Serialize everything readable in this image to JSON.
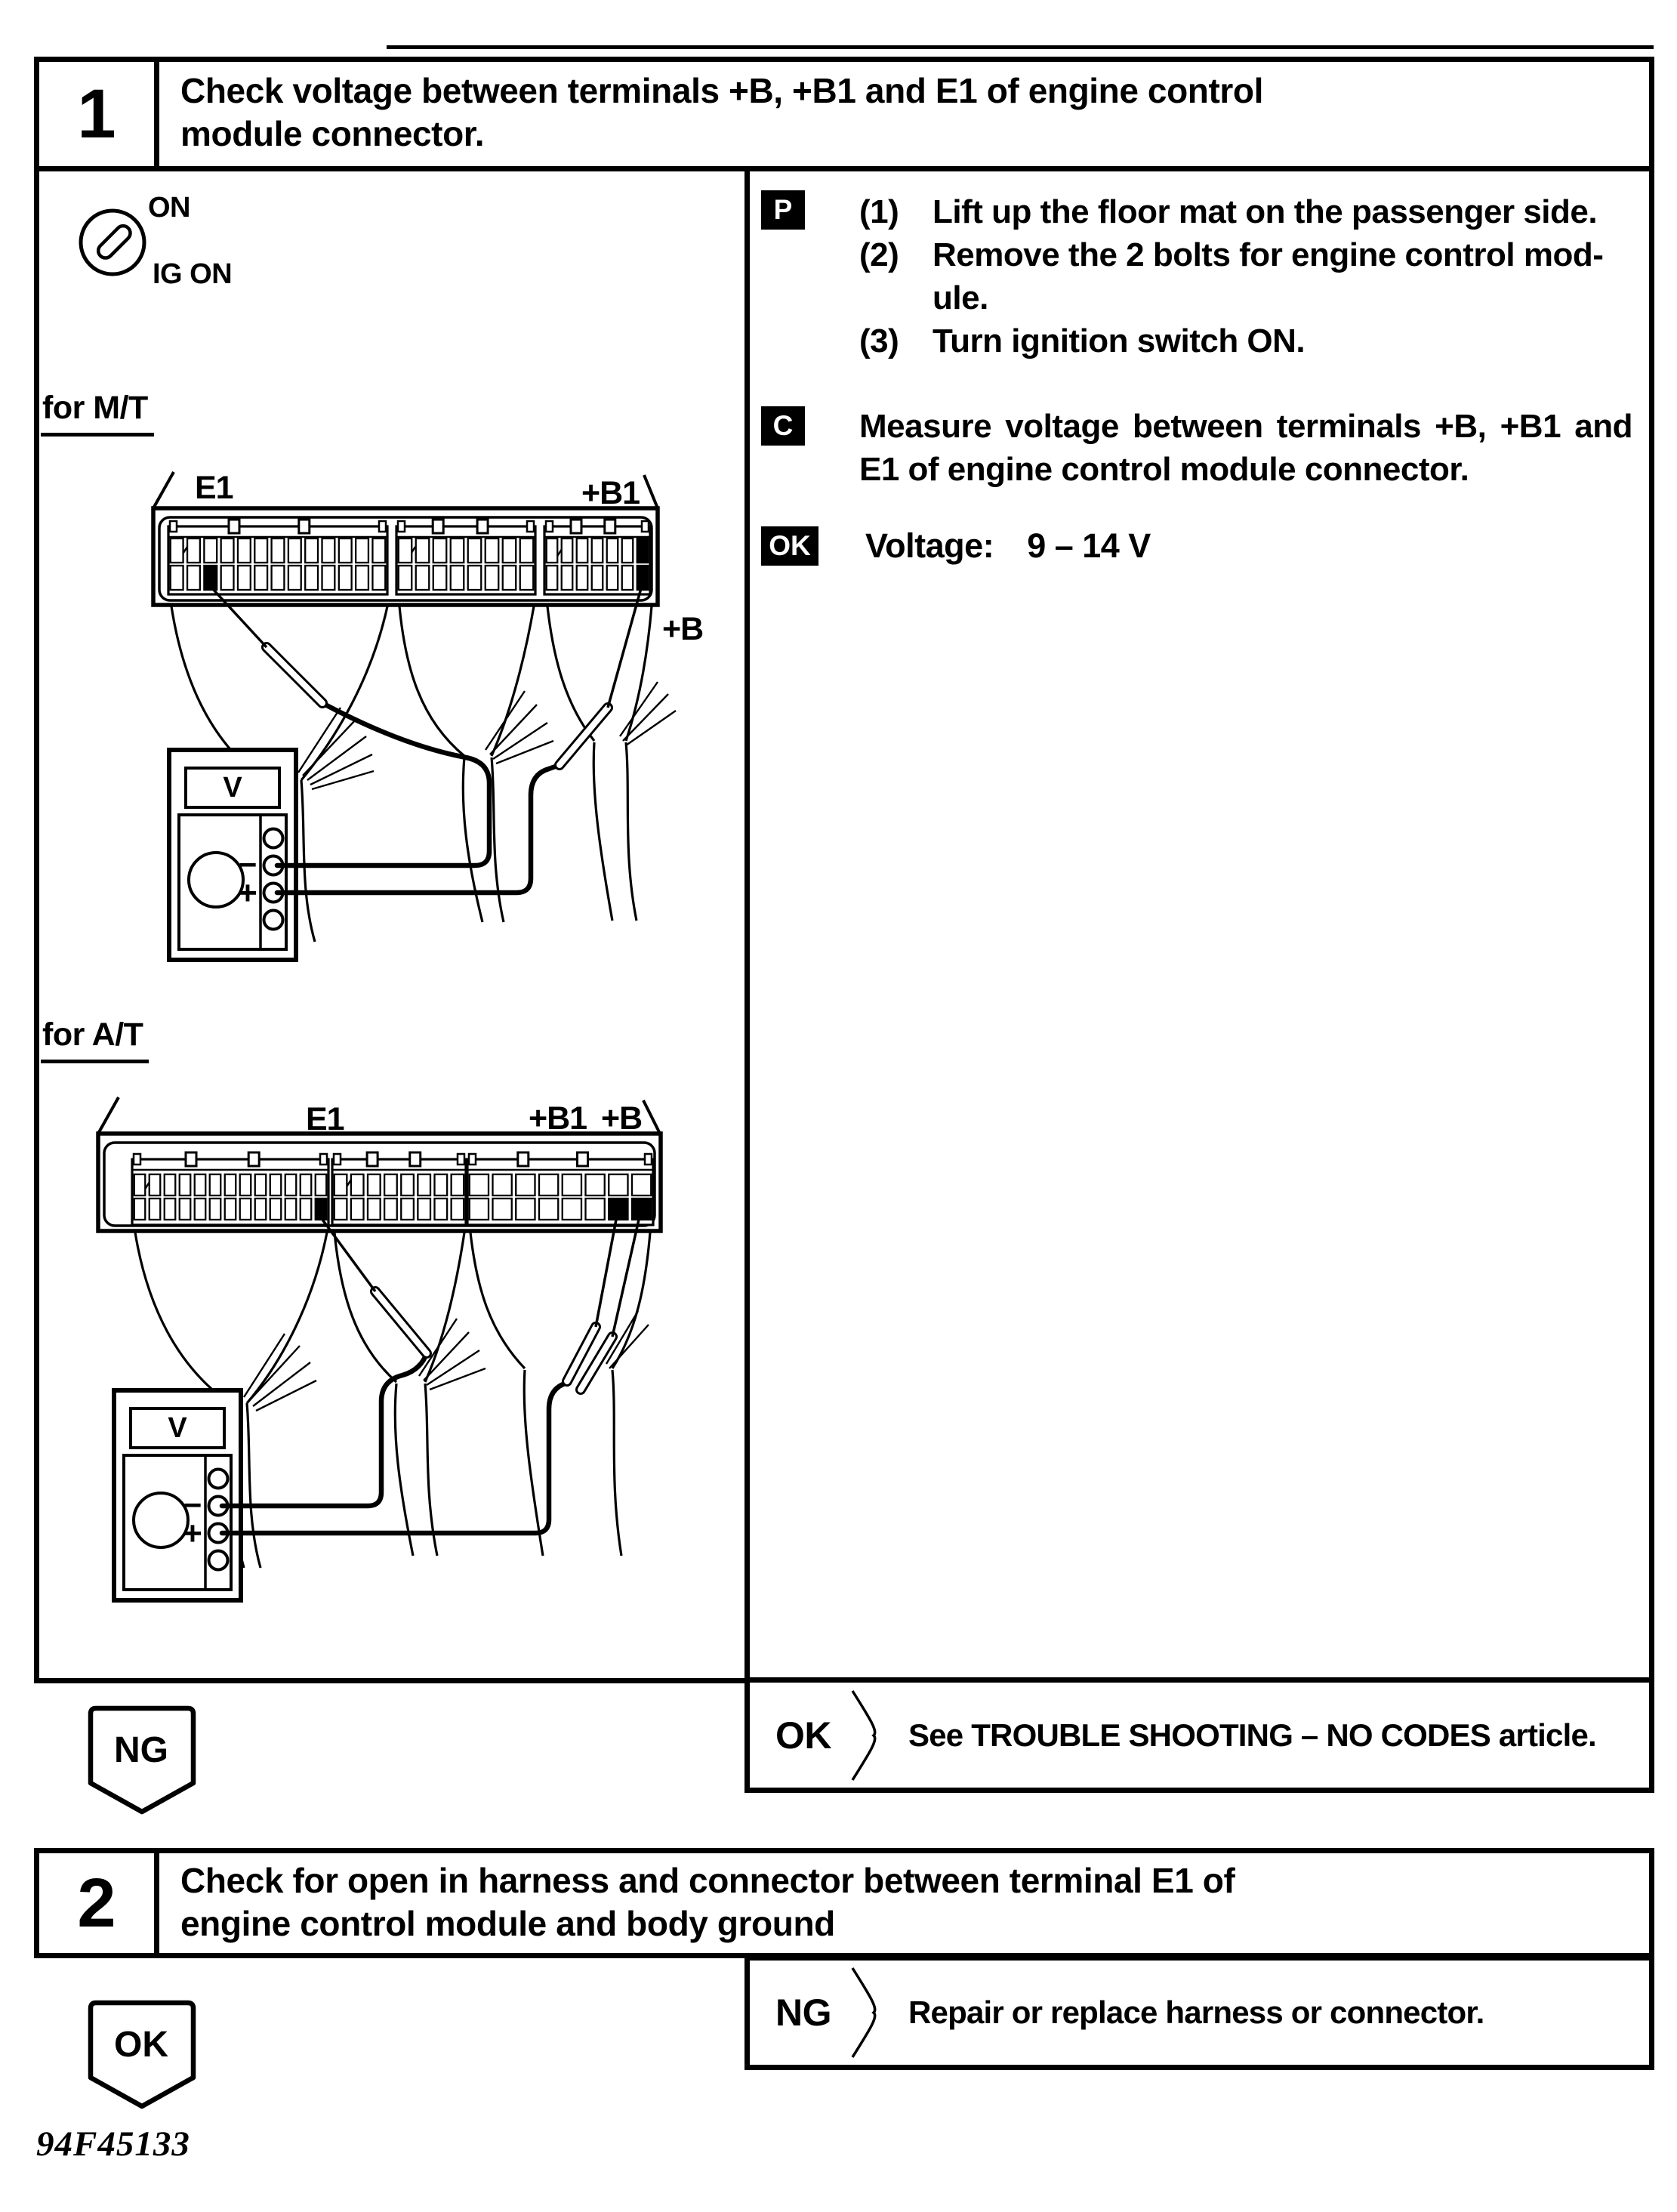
{
  "page": {
    "footer_code": "94F45133"
  },
  "section1": {
    "step_number": "1",
    "title_lines": [
      "Check voltage between terminals +B, +B1 and E1 of engine control",
      "module connector."
    ],
    "ignition": {
      "on": "ON",
      "ig_on": "IG ON"
    },
    "procedure": {
      "badge": "P",
      "rows": [
        {
          "num": "(1)",
          "text": "Lift up the floor mat on the passenger side."
        },
        {
          "num": "(2)",
          "text": "Remove the 2 bolts for engine control mod-"
        },
        {
          "num": "",
          "text": "ule."
        },
        {
          "num": "(3)",
          "text": "Turn ignition switch ON."
        }
      ]
    },
    "check": {
      "badge": "C",
      "text": "Measure voltage between terminals +B, +B1 and E1 of engine control module connector."
    },
    "spec": {
      "badge": "OK",
      "label": "Voltage:",
      "value": "9 – 14 V"
    },
    "mt": {
      "heading": "for M/T",
      "labels": {
        "e1": "E1",
        "b1": "+B1",
        "b": "+B"
      },
      "meter": {
        "display": "V",
        "minus": "−",
        "plus": "+"
      },
      "connector": {
        "blocks": [
          {
            "cols": 13
          },
          {
            "cols": 8
          },
          {
            "cols": 7
          }
        ],
        "highlighted_terminals": [
          {
            "block": 1,
            "row": 2,
            "col": 3,
            "terminal": "E1"
          },
          {
            "block": 3,
            "row": 1,
            "col": 7,
            "terminal": "+B1"
          },
          {
            "block": 3,
            "row": 2,
            "col": 7,
            "terminal": "+B"
          }
        ]
      }
    },
    "at": {
      "heading": "for A/T",
      "labels": {
        "e1": "E1",
        "b1": "+B1",
        "b": "+B"
      },
      "meter": {
        "display": "V",
        "minus": "−",
        "plus": "+"
      },
      "connector": {
        "blocks": [
          {
            "cols": 13
          },
          {
            "cols": 8
          },
          {
            "cols": 8
          }
        ],
        "highlighted_terminals": [
          {
            "block": 1,
            "row": 2,
            "col": 13,
            "terminal": "E1"
          },
          {
            "block": 3,
            "row": 2,
            "col": 7,
            "terminal": "+B1"
          },
          {
            "block": 3,
            "row": 2,
            "col": 8,
            "terminal": "+B"
          }
        ]
      }
    },
    "ng_arrow": "NG",
    "result": {
      "label": "OK",
      "text": "See TROUBLE SHOOTING – NO CODES article."
    }
  },
  "section2": {
    "step_number": "2",
    "title_lines": [
      "Check for open in harness and connector between terminal E1 of",
      "engine control module and body ground"
    ],
    "ok_arrow": "OK",
    "result": {
      "label": "NG",
      "text": "Repair or replace harness or connector."
    }
  }
}
